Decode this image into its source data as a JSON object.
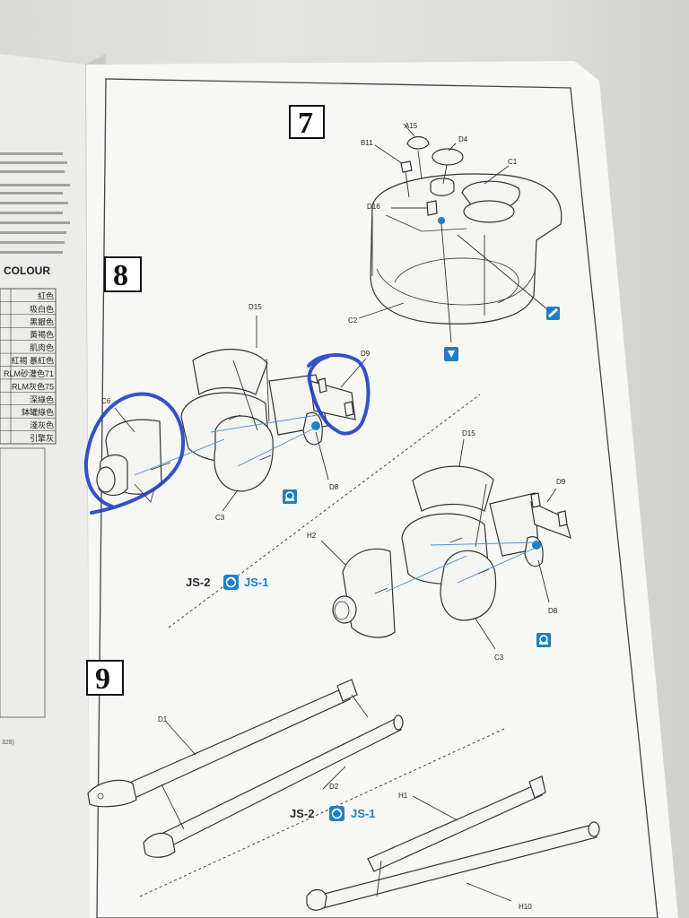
{
  "steps": {
    "s7": "7",
    "s8": "8",
    "s9": "9"
  },
  "left_page": {
    "header": "COLOUR",
    "colour_rows": [
      "紅色",
      "吸白色",
      "黑銀色",
      "黃褐色",
      "肌肉色",
      "紅褐 暴紅色",
      "RLM砂灌色71",
      "RLM灰色75",
      "深綠色",
      "鉢罐綠色",
      "淺灰色",
      "引擎灰"
    ],
    "footnote": "328)"
  },
  "step7": {
    "labels": [
      "A15",
      "B11",
      "D4",
      "C1",
      "D16",
      "C2"
    ]
  },
  "step8": {
    "labels_a": [
      "D15",
      "D9",
      "C6",
      "D8",
      "C3"
    ],
    "labels_b": [
      "D15",
      "D9",
      "H2",
      "D8",
      "C3"
    ],
    "variant": {
      "left": "JS-2",
      "right": "JS-1"
    }
  },
  "step9": {
    "labels": [
      "D1",
      "D2",
      "H1",
      "H10"
    ],
    "variant": {
      "left": "JS-2",
      "right": "JS-1"
    }
  },
  "colors": {
    "accent_blue": "#1e7fc6",
    "scribble_blue": "#1c3fc2",
    "ink": "#222222",
    "paper": "#f7f7f5"
  },
  "icons": [
    "glue-icon",
    "paint-icon",
    "choice-icon",
    "swap-icon"
  ]
}
